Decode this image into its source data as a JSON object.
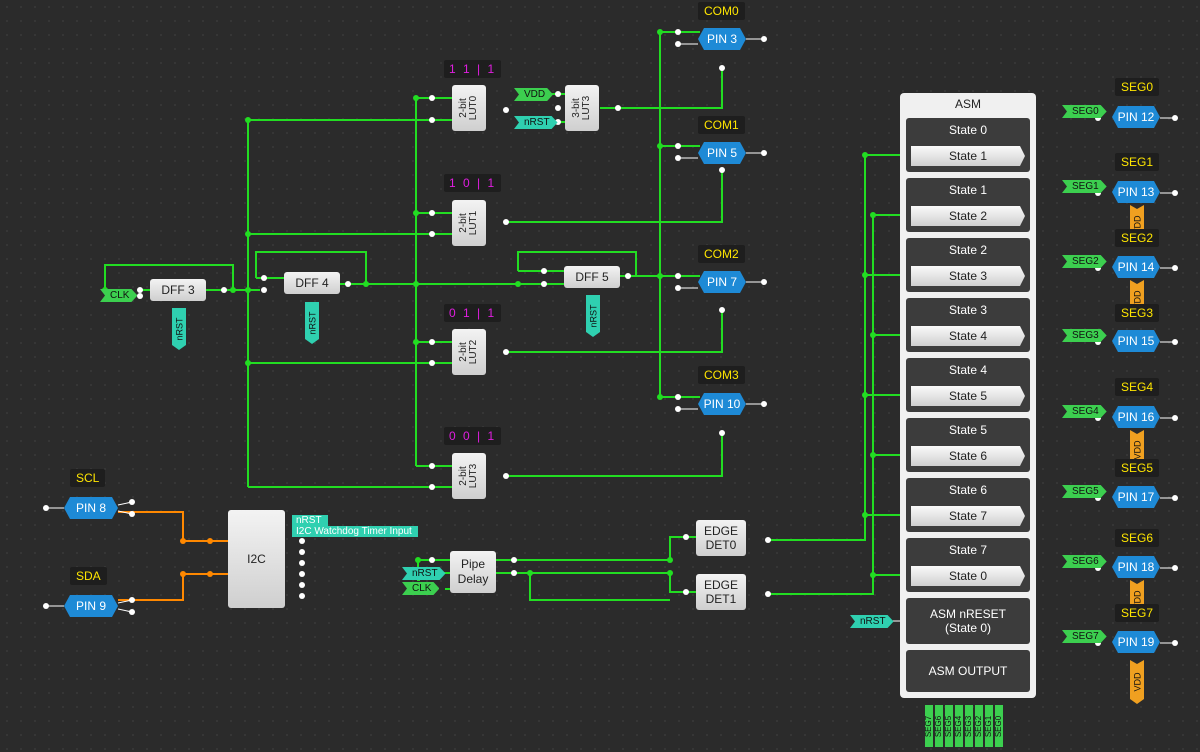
{
  "luts": {
    "lut0": {
      "label": "2-bit\nLUT0",
      "config": "1 1 | 1"
    },
    "lut1": {
      "label": "2-bit\nLUT1",
      "config": "1 0 | 1"
    },
    "lut2": {
      "label": "2-bit\nLUT2",
      "config": "0 1 | 1"
    },
    "lut3": {
      "label": "2-bit\nLUT3",
      "config": "0 0 | 1"
    },
    "lut3b": {
      "label": "3-bit\nLUT3"
    }
  },
  "dffs": {
    "dff3": "DFF 3",
    "dff4": "DFF 4",
    "dff5": "DFF 5"
  },
  "coms": [
    {
      "name": "COM0",
      "pin": "PIN 3"
    },
    {
      "name": "COM1",
      "pin": "PIN 5"
    },
    {
      "name": "COM2",
      "pin": "PIN 7"
    },
    {
      "name": "COM3",
      "pin": "PIN 10"
    }
  ],
  "segs": [
    {
      "name": "SEG0",
      "pin": "PIN 12",
      "tag": "SEG0"
    },
    {
      "name": "SEG1",
      "pin": "PIN 13",
      "tag": "SEG1"
    },
    {
      "name": "SEG2",
      "pin": "PIN 14",
      "tag": "SEG2"
    },
    {
      "name": "SEG3",
      "pin": "PIN 15",
      "tag": "SEG3"
    },
    {
      "name": "SEG4",
      "pin": "PIN 16",
      "tag": "SEG4"
    },
    {
      "name": "SEG5",
      "pin": "PIN 17",
      "tag": "SEG5"
    },
    {
      "name": "SEG6",
      "pin": "PIN 18",
      "tag": "SEG6"
    },
    {
      "name": "SEG7",
      "pin": "PIN 19",
      "tag": "SEG7"
    }
  ],
  "vdd": "VDD",
  "signals": {
    "vdd": "VDD",
    "nrst": "nRST",
    "clk": "CLK"
  },
  "i2c": {
    "title": "I2C",
    "scl": "SCL",
    "scl_pin": "PIN 8",
    "sda": "SDA",
    "sda_pin": "PIN 9",
    "out_nrst": "nRST",
    "out_wdt": "I2C Watchdog Timer Input"
  },
  "pipe_delay": "Pipe\nDelay",
  "edge": {
    "det0": "EDGE\nDET0",
    "det1": "EDGE\nDET1"
  },
  "asm": {
    "title": "ASM",
    "states": [
      {
        "state": "State 0",
        "next": "State 1"
      },
      {
        "state": "State 1",
        "next": "State 2"
      },
      {
        "state": "State 2",
        "next": "State 3"
      },
      {
        "state": "State 3",
        "next": "State 4"
      },
      {
        "state": "State 4",
        "next": "State 5"
      },
      {
        "state": "State 5",
        "next": "State 6"
      },
      {
        "state": "State 6",
        "next": "State 7"
      },
      {
        "state": "State 7",
        "next": "State 0"
      }
    ],
    "nreset": "ASM nRESET\n(State 0)",
    "output": "ASM OUTPUT",
    "nrst_in": "nRST",
    "out_tags": [
      "SEG7",
      "SEG6",
      "SEG5",
      "SEG4",
      "SEG3",
      "SEG2",
      "SEG1",
      "SEG0"
    ]
  },
  "colors": {
    "wire": "#22dd22",
    "orange_wire": "#ff8800",
    "pin": "#1e8ad6",
    "label": "#ffe600",
    "config": "#e01ee0"
  }
}
